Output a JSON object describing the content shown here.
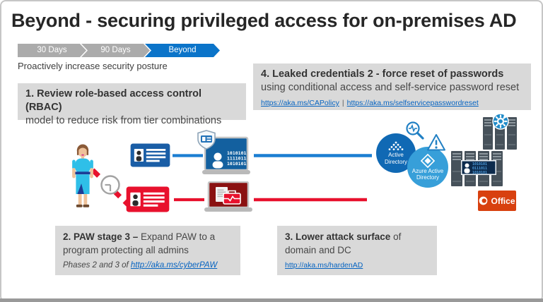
{
  "slide": {
    "title": "Beyond - securing privileged access for on-premises AD",
    "subtitle": "Proactively increase security posture"
  },
  "timeline": {
    "items": [
      {
        "label": "30 Days",
        "active": false
      },
      {
        "label": "90 Days",
        "active": false
      },
      {
        "label": "Beyond",
        "active": true
      }
    ]
  },
  "boxes": {
    "box1": {
      "bold": "1. Review role-based access control (RBAC)",
      "rest": "model to reduce risk from tier combinations"
    },
    "box2": {
      "bold": "2. PAW stage 3 –",
      "rest": " Expand PAW to a program protecting all admins",
      "italic_prefix": "Phases 2 and 3 of ",
      "link": "http://aka.ms/cyberPAW"
    },
    "box3": {
      "bold": "3. Lower attack surface",
      "rest": " of domain and DC",
      "link": "http://aka.ms/hardenAD"
    },
    "box4": {
      "bold": "4. Leaked credentials 2 - force reset of passwords",
      "line2": "using conditional access and self-service password reset",
      "link1": "https://aka.ms/CAPolicy",
      "separator": "|",
      "link2": "https://aka.ms/selfservicepasswordreset"
    }
  },
  "diagram": {
    "active_directory_label": "Active Directory",
    "azure_active_directory_label": "Azure Active Directory",
    "office_label": "Office",
    "laptop_binary": [
      "1010101",
      "1111011",
      "1010101"
    ],
    "badge_binary": [
      "1010101",
      "0111011",
      "1010101"
    ]
  },
  "colors": {
    "accent_blue": "#1b7ed2",
    "alert_red": "#e8112d",
    "box_gray": "#d9d9d9",
    "link_blue": "#0563c1",
    "chevron_gray": "#ababab",
    "chevron_active_blue": "#0b74c9",
    "active_directory_blue": "#1069b4",
    "azure_ad_blue": "#379fd9",
    "office_orange": "#d8400f"
  }
}
